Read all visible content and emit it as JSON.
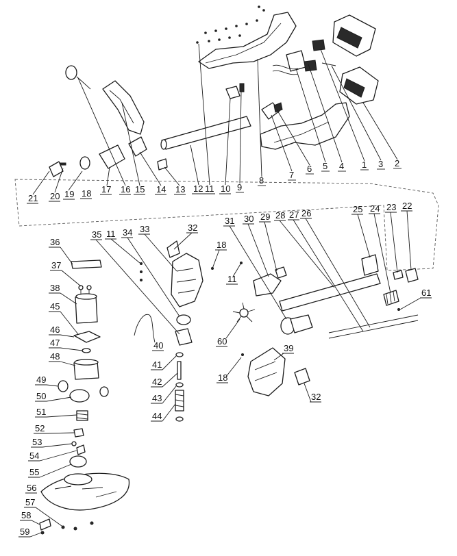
{
  "parts": [
    {
      "id": "p1",
      "label": "1"
    },
    {
      "id": "p2",
      "label": "2"
    },
    {
      "id": "p3",
      "label": "3"
    },
    {
      "id": "p4",
      "label": "4"
    },
    {
      "id": "p5",
      "label": "5"
    },
    {
      "id": "p6",
      "label": "6"
    },
    {
      "id": "p7",
      "label": "7"
    },
    {
      "id": "p8",
      "label": "8"
    },
    {
      "id": "p9",
      "label": "9"
    },
    {
      "id": "p10",
      "label": "10"
    },
    {
      "id": "p11a",
      "label": "11"
    },
    {
      "id": "p12",
      "label": "12"
    },
    {
      "id": "p13",
      "label": "13"
    },
    {
      "id": "p14",
      "label": "14"
    },
    {
      "id": "p15",
      "label": "15"
    },
    {
      "id": "p16",
      "label": "16"
    },
    {
      "id": "p17",
      "label": "17"
    },
    {
      "id": "p18a",
      "label": "18"
    },
    {
      "id": "p19",
      "label": "19"
    },
    {
      "id": "p20",
      "label": "20"
    },
    {
      "id": "p21",
      "label": "21"
    },
    {
      "id": "p22",
      "label": "22"
    },
    {
      "id": "p23",
      "label": "23"
    },
    {
      "id": "p24",
      "label": "24"
    },
    {
      "id": "p25",
      "label": "25"
    },
    {
      "id": "p26",
      "label": "26"
    },
    {
      "id": "p27",
      "label": "27"
    },
    {
      "id": "p28",
      "label": "28"
    },
    {
      "id": "p29",
      "label": "29"
    },
    {
      "id": "p30",
      "label": "30"
    },
    {
      "id": "p31",
      "label": "31"
    },
    {
      "id": "p32a",
      "label": "32"
    },
    {
      "id": "p33",
      "label": "33"
    },
    {
      "id": "p34",
      "label": "34"
    },
    {
      "id": "p35",
      "label": "35"
    },
    {
      "id": "p11b",
      "label": "11"
    },
    {
      "id": "p18b",
      "label": "18"
    },
    {
      "id": "p11c",
      "label": "11"
    },
    {
      "id": "p36",
      "label": "36"
    },
    {
      "id": "p37",
      "label": "37"
    },
    {
      "id": "p38",
      "label": "38"
    },
    {
      "id": "p45",
      "label": "45"
    },
    {
      "id": "p46",
      "label": "46"
    },
    {
      "id": "p47",
      "label": "47"
    },
    {
      "id": "p48",
      "label": "48"
    },
    {
      "id": "p49",
      "label": "49"
    },
    {
      "id": "p50",
      "label": "50"
    },
    {
      "id": "p51",
      "label": "51"
    },
    {
      "id": "p52",
      "label": "52"
    },
    {
      "id": "p53",
      "label": "53"
    },
    {
      "id": "p54",
      "label": "54"
    },
    {
      "id": "p55",
      "label": "55"
    },
    {
      "id": "p56",
      "label": "56"
    },
    {
      "id": "p57",
      "label": "57"
    },
    {
      "id": "p58",
      "label": "58"
    },
    {
      "id": "p59",
      "label": "59"
    },
    {
      "id": "p40",
      "label": "40"
    },
    {
      "id": "p41",
      "label": "41"
    },
    {
      "id": "p42",
      "label": "42"
    },
    {
      "id": "p43",
      "label": "43"
    },
    {
      "id": "p44",
      "label": "44"
    },
    {
      "id": "p60",
      "label": "60"
    },
    {
      "id": "p18c",
      "label": "18"
    },
    {
      "id": "p39",
      "label": "39"
    },
    {
      "id": "p32b",
      "label": "32"
    },
    {
      "id": "p61",
      "label": "61"
    }
  ]
}
